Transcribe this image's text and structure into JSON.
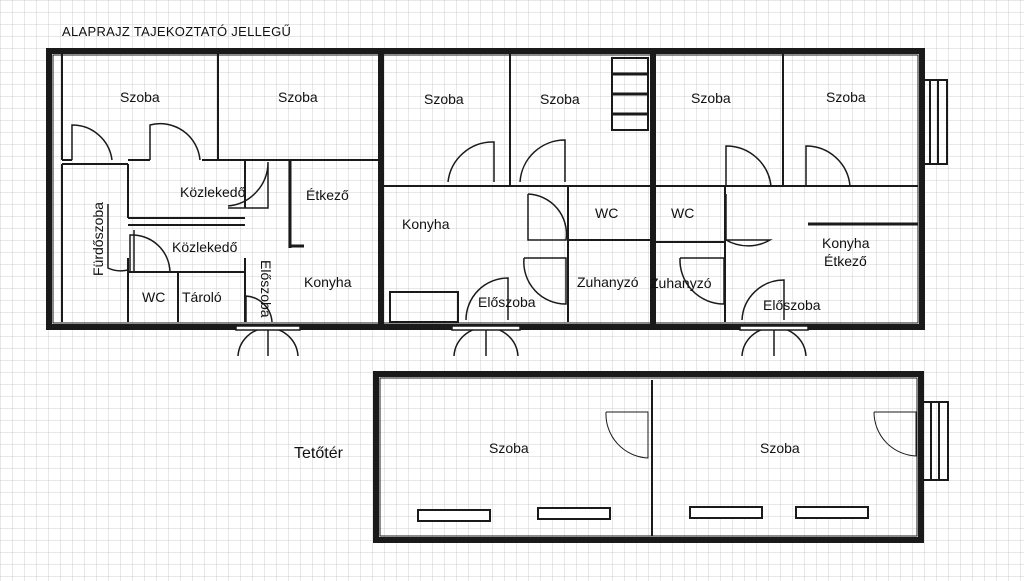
{
  "title": "ALAPRAJZ TAJEKOZTATÓ JELLEGŰ",
  "attic_label": "Tetőtér",
  "labels": {
    "szoba_1": "Szoba",
    "szoba_2": "Szoba",
    "szoba_3": "Szoba",
    "szoba_4": "Szoba",
    "szoba_5": "Szoba",
    "szoba_6": "Szoba",
    "kozlekedo_1": "Közlekedő",
    "kozlekedo_2": "Közlekedő",
    "etkezo_1": "Étkező",
    "furdoszoba": "Fürdőszoba",
    "wc_1": "WC",
    "tarolo": "Tároló",
    "eloszoba_1": "Előszoba",
    "konyha_1": "Konyha",
    "konyha_2": "Konyha",
    "eloszoba_2": "Előszoba",
    "wc_2": "WC",
    "zuhanyzo_1": "Zuhanyzó",
    "wc_3": "WC",
    "zuhanyzo_2": "Zuhanyzó",
    "konyha_etkezo_1": "Konyha",
    "konyha_etkezo_2": "Étkező",
    "eloszoba_3": "Előszoba",
    "attic_szoba_1": "Szoba",
    "attic_szoba_2": "Szoba"
  },
  "colors": {
    "grid": "#c4c4c4",
    "wall": "#1a1a1a",
    "text": "#111111"
  }
}
